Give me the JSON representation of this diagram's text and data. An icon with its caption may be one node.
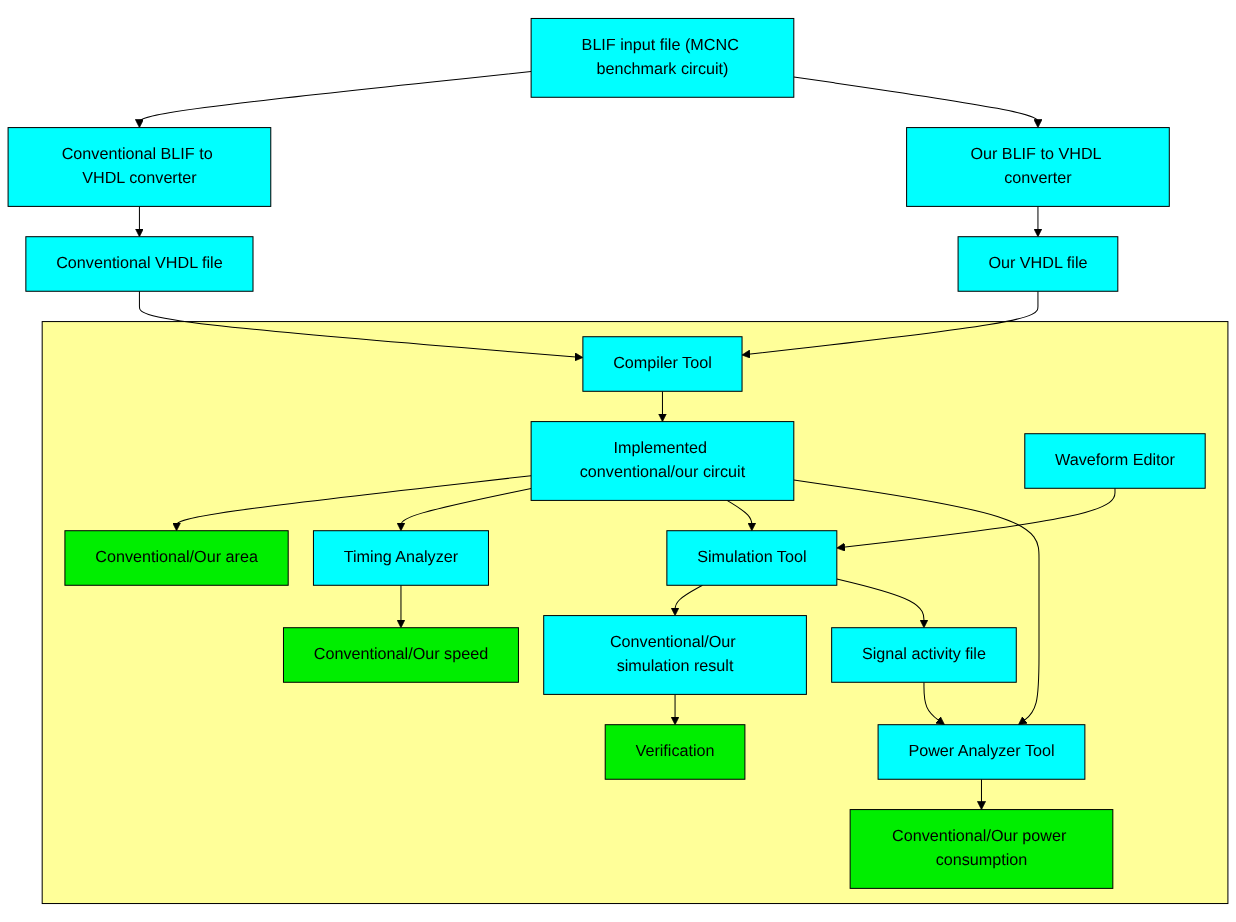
{
  "diagram": {
    "nodes": [
      {
        "text": [
          "BLIF input file (MCNC benchmark circuit)"
        ]
      },
      {
        "text": [
          "Conventional BLIF to VHDL converter"
        ]
      },
      {
        "text": [
          "Our BLIF to VHDL converter"
        ]
      },
      {
        "text": [
          "Conventional VHDL file"
        ]
      },
      {
        "text": [
          "Our VHDL file"
        ]
      },
      {
        "text": [],
        "shape": "box"
      },
      {
        "text": [
          "Compiler Tool"
        ],
        "in": 5
      },
      {
        "text": [
          "Implemented conventional/our circuit"
        ],
        "in": 5
      },
      {
        "text": [
          "Conventional/Our area"
        ],
        "in": 5
      },
      {
        "text": [
          "Waveform Editor"
        ],
        "in": 5
      },
      {
        "text": [
          "Simulation Tool"
        ],
        "in": 5
      },
      {
        "text": [
          "Power Analyzer Tool"
        ],
        "in": 5
      },
      {
        "text": [
          "Timing Analyzer"
        ],
        "in": 5
      },
      {
        "text": [
          "Conventional/Our simulation result"
        ],
        "in": 5
      },
      {
        "text": [
          "Signal activity file"
        ],
        "in": 5
      },
      {
        "text": [
          "Conventional/Our speed"
        ],
        "in": 5
      },
      {
        "text": [
          "Verification"
        ],
        "in": 5
      },
      {
        "text": [
          "Conventional/Our power consumption"
        ],
        "in": 5
      }
    ],
    "edges": [
      {
        "from": 0,
        "to": 1,
        "arrow": "to"
      },
      {
        "from": 0,
        "to": 2,
        "arrow": "to"
      },
      {
        "from": 1,
        "to": 3,
        "arrow": "to"
      },
      {
        "from": 2,
        "to": 4,
        "arrow": "to"
      },
      {
        "from": 3,
        "to": 6,
        "arrow": "to"
      },
      {
        "from": 4,
        "to": 6,
        "arrow": "to"
      },
      {
        "from": 6,
        "to": 7,
        "arrow": "to"
      },
      {
        "from": 7,
        "to": 8,
        "arrow": "to"
      },
      {
        "from": 7,
        "to": 12,
        "arrow": "to"
      },
      {
        "from": 7,
        "to": 10,
        "arrow": "to"
      },
      {
        "from": 7,
        "to": 11,
        "arrow": "to"
      },
      {
        "from": 9,
        "to": 10,
        "arrow": "to"
      },
      {
        "from": 10,
        "to": 13,
        "arrow": "to"
      },
      {
        "from": 10,
        "to": 14,
        "arrow": "to"
      },
      {
        "from": 14,
        "to": 11,
        "arrow": "to"
      },
      {
        "from": 12,
        "to": 15,
        "arrow": "to"
      },
      {
        "from": 13,
        "to": 16,
        "arrow": "to"
      },
      {
        "from": 11,
        "to": 17,
        "arrow": "to"
      }
    ]
  }
}
